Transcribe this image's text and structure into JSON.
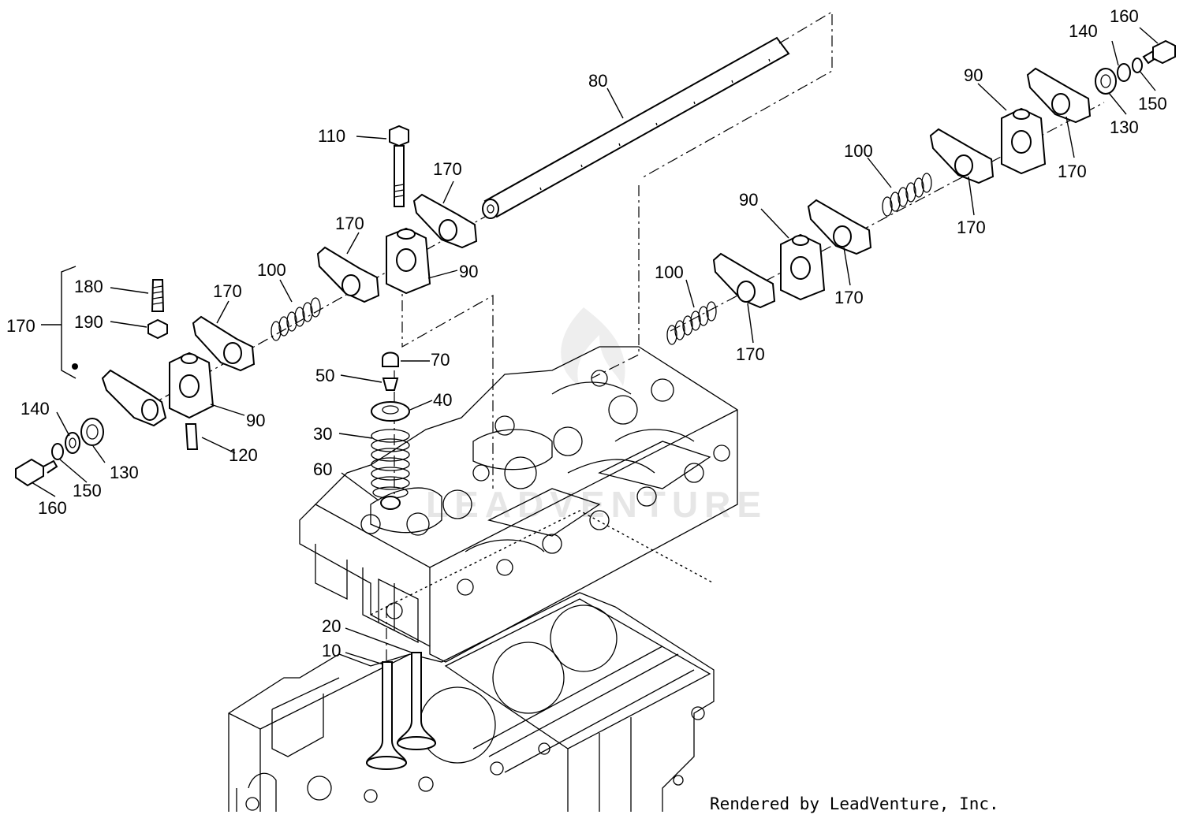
{
  "callouts": {
    "c10": "10",
    "c20": "20",
    "c30": "30",
    "c40": "40",
    "c50": "50",
    "c60": "60",
    "c70": "70",
    "c80": "80",
    "c110": "110",
    "c120": "120",
    "c90_left": "90",
    "c90_center": "90",
    "c90_mid_right": "90",
    "c90_top_right": "90",
    "c100_left": "100",
    "c100_mid_right": "100",
    "c100_top_right": "100",
    "c130_left": "130",
    "c130_right": "130",
    "c140_left": "140",
    "c140_right": "140",
    "c150_left": "150",
    "c150_right": "150",
    "c160_left": "160",
    "c160_right": "160",
    "c170_group": "170",
    "c170_a": "170",
    "c170_b": "170",
    "c170_c": "170",
    "c170_d": "170",
    "c170_e": "170",
    "c170_f": "170",
    "c170_g": "170",
    "c180": "180",
    "c190": "190"
  },
  "watermark": "LEADVENTURE",
  "credit": "Rendered by LeadVenture, Inc."
}
